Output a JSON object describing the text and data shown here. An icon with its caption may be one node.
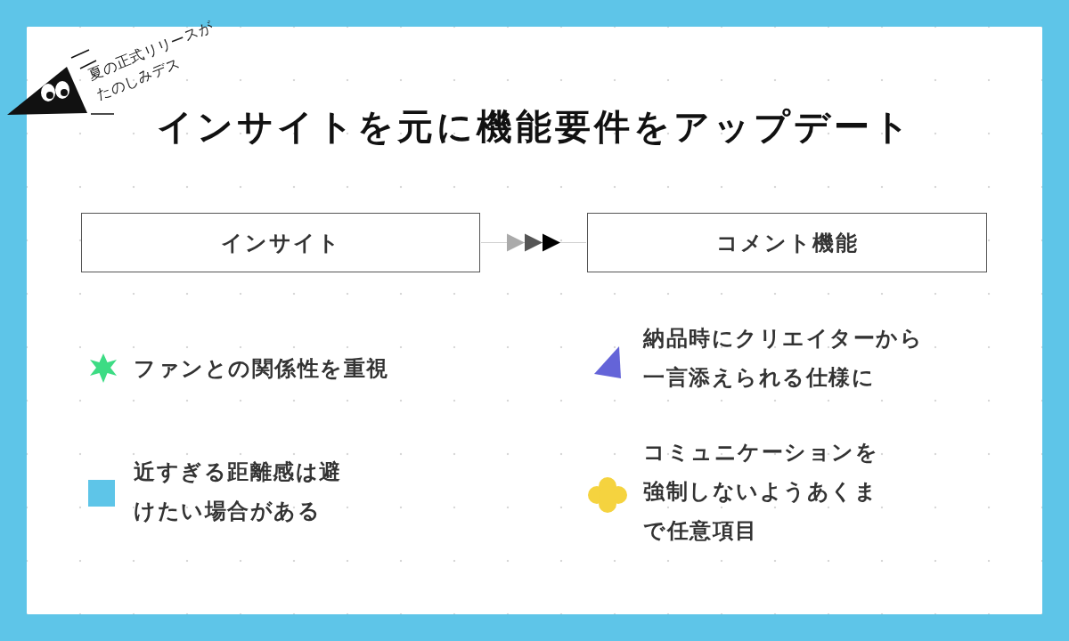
{
  "diagram": {
    "title": "インサイトを元に機能要件をアップデート",
    "nodes": [
      {
        "text": [
          "インサイト"
        ]
      },
      {
        "text": [
          "コメント機能"
        ]
      }
    ],
    "edges": [
      {
        "from": 0,
        "to": 1,
        "arrow": "to"
      }
    ],
    "labels": [
      "夏の正式リリースがたのしみデス",
      "ファンとの関係性を重視",
      "近すぎる距離感は避けたい場合がある",
      "納品時にクリエイターから一言添えられる仕様に",
      "コミュニケーションを強制しないようあくまで任意項目"
    ]
  }
}
